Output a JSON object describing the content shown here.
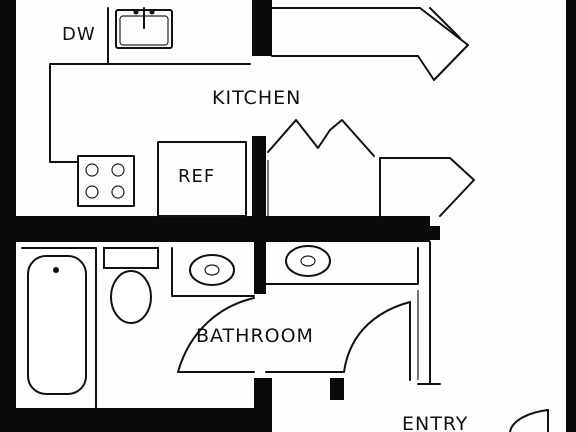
{
  "plan": {
    "rooms": {
      "kitchen": "KITCHEN",
      "bathroom": "BATHROOM",
      "entry": "ENTRY"
    },
    "fixtures": {
      "dishwasher": "DW",
      "refrigerator": "REF"
    }
  }
}
